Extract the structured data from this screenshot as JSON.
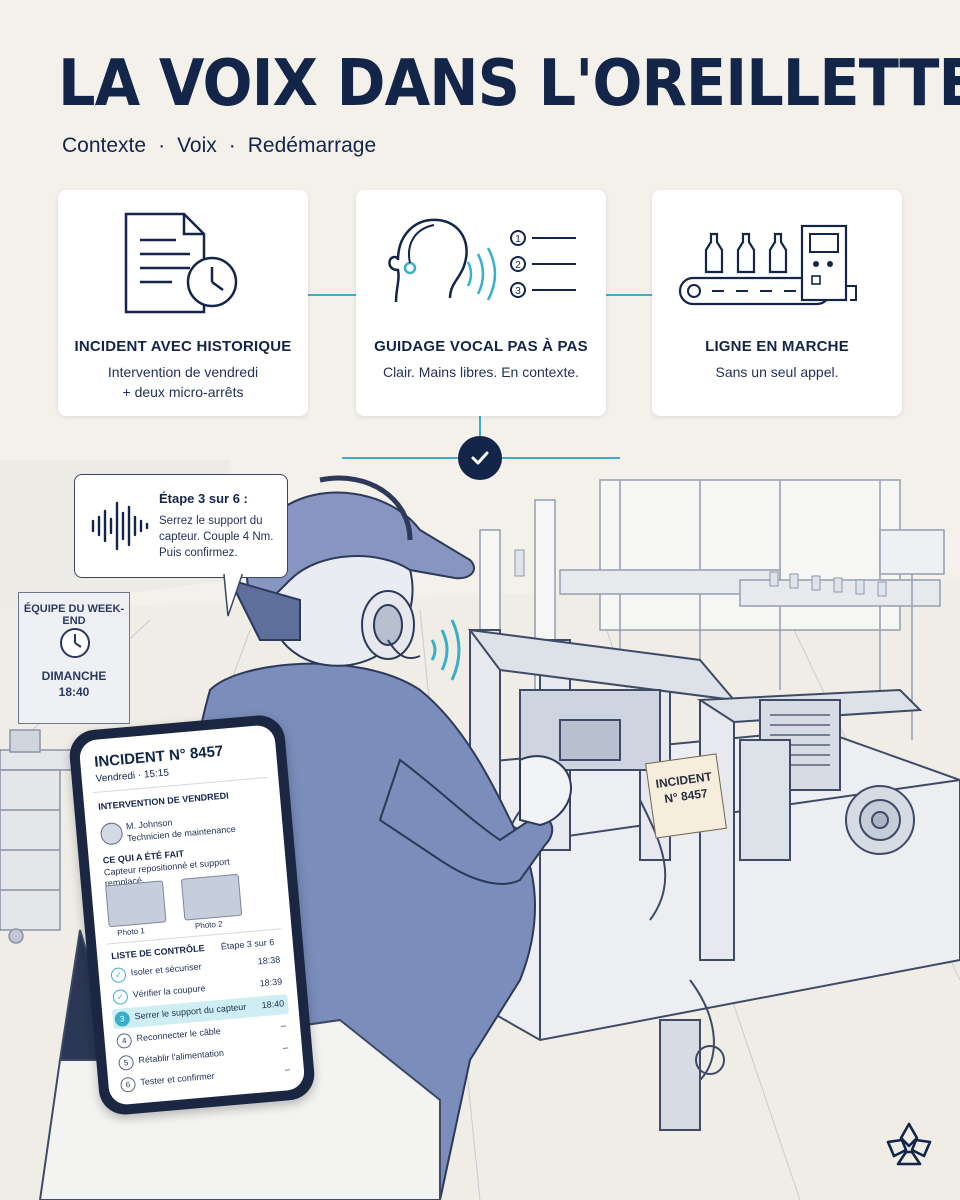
{
  "header": {
    "title": "LA VOIX DANS L'OREILLETTE",
    "subtitle_parts": [
      "Contexte",
      "Voix",
      "Redémarrage"
    ],
    "separator": "·"
  },
  "cards": [
    {
      "title": "INCIDENT AVEC HISTORIQUE",
      "desc": [
        "Intervention de vendredi",
        "+ deux micro-arrêts"
      ],
      "icon": "document-clock-icon"
    },
    {
      "title": "GUIDAGE VOCAL PAS À PAS",
      "desc": [
        "Clair. Mains libres. En contexte."
      ],
      "icon": "voice-guidance-icon",
      "steps": [
        "1",
        "2",
        "3"
      ]
    },
    {
      "title": "LIGNE EN MARCHE",
      "desc": [
        "Sans un seul appel."
      ],
      "icon": "bottling-line-icon"
    }
  ],
  "bubble": {
    "title": "Étape 3 sur 6 :",
    "body": "Serrez le support du capteur. Couple 4 Nm. Puis confirmez."
  },
  "weekend_sign": {
    "title": "ÉQUIPE DU WEEK-END",
    "day": "DIMANCHE",
    "time": "18:40"
  },
  "machine_tag": {
    "line1": "INCIDENT",
    "line2": "N° 8457"
  },
  "phone": {
    "title": "INCIDENT N° 8457",
    "date": "Vendredi · 15:15",
    "section_intervention": "INTERVENTION DE VENDREDI",
    "tech_name": "M. Johnson",
    "tech_role": "Technicien de maintenance",
    "section_done": "CE QUI A ÉTÉ FAIT",
    "done_text": "Capteur repositionné et support remplacé.",
    "photos": [
      "Photo 1",
      "Photo 2"
    ],
    "section_checklist": "LISTE DE CONTRÔLE",
    "step_label": "Étape 3 sur 6",
    "checklist": [
      {
        "num": "✓",
        "label": "Isoler et sécuriser",
        "time": "18:38",
        "state": "done"
      },
      {
        "num": "✓",
        "label": "Vérifier la coupure",
        "time": "18:39",
        "state": "done"
      },
      {
        "num": "3",
        "label": "Serrer le support du capteur",
        "time": "18:40",
        "state": "active"
      },
      {
        "num": "4",
        "label": "Reconnecter le câble",
        "time": "–",
        "state": "todo"
      },
      {
        "num": "5",
        "label": "Rétablir l'alimentation",
        "time": "–",
        "state": "todo"
      },
      {
        "num": "6",
        "label": "Tester et confirmer",
        "time": "–",
        "state": "todo"
      }
    ]
  },
  "colors": {
    "navy": "#14254a",
    "accent": "#39b0c9",
    "background": "#f3f1ea"
  }
}
